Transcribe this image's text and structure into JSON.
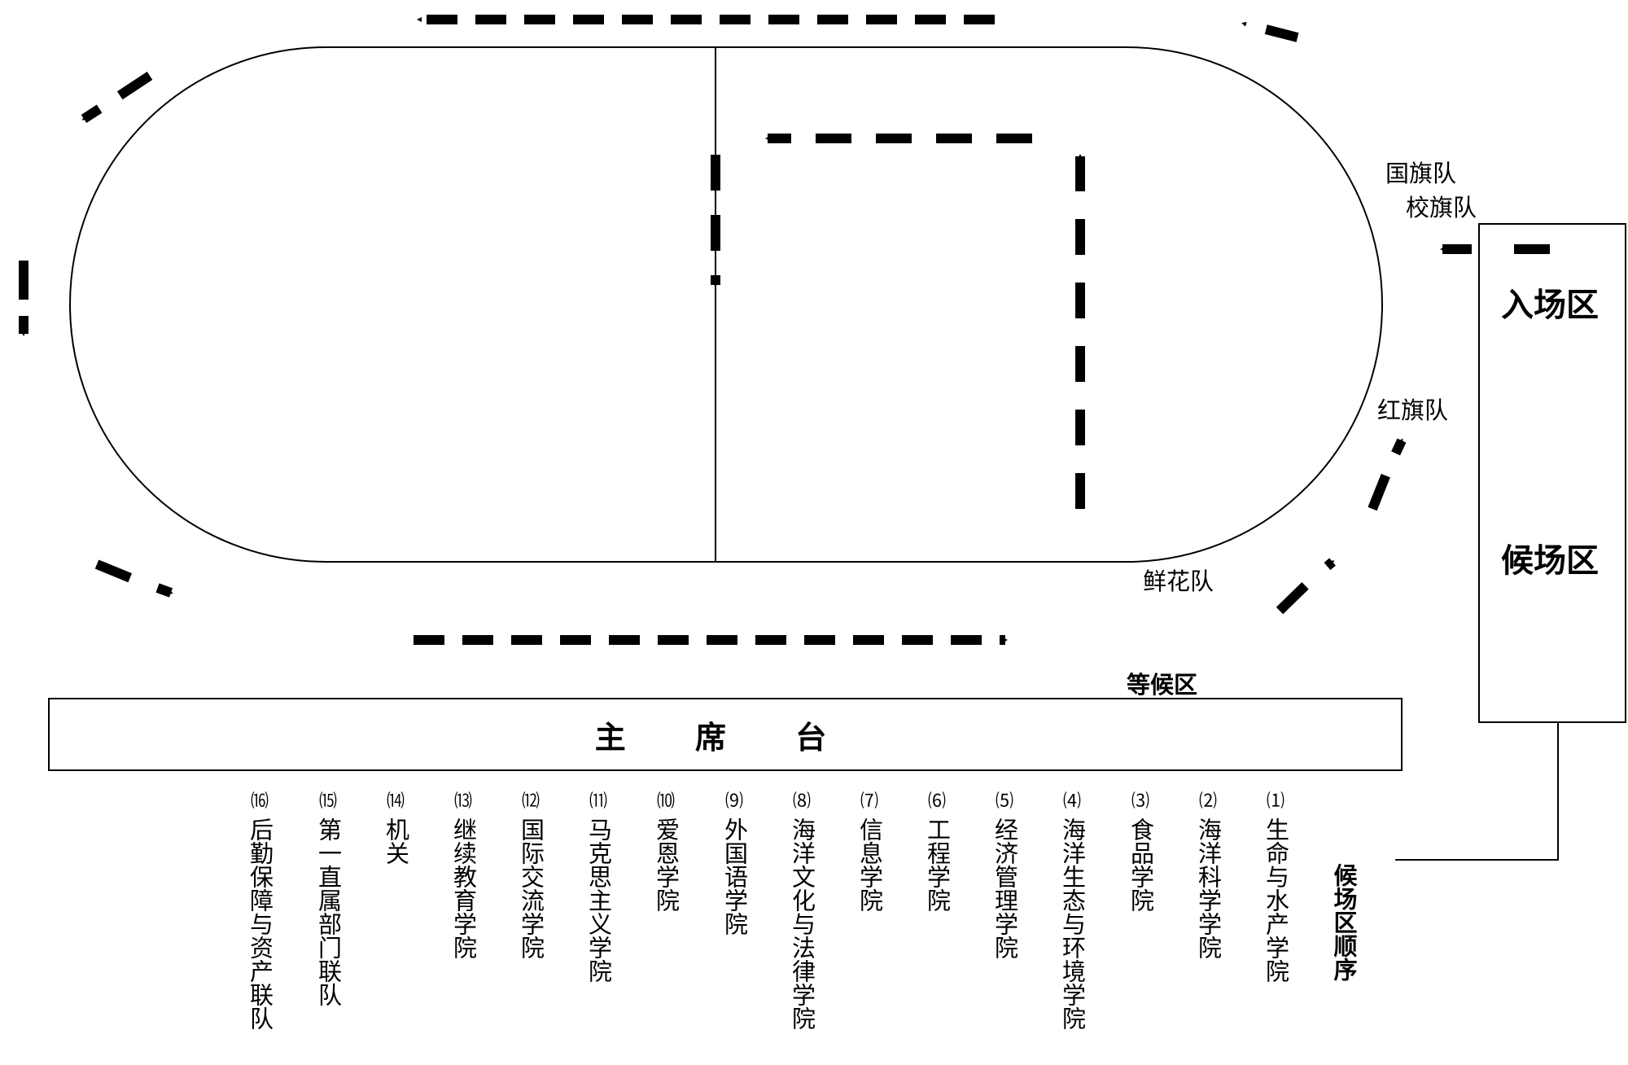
{
  "labels": {
    "national_flag_team": "国旗队",
    "school_flag_team": "校旗队",
    "red_flag_team": "红旗队",
    "flower_team": "鲜花队",
    "entry_zone": "入场区",
    "holding_zone": "候场区",
    "waiting_zone": "等候区",
    "rostrum": "主 席 台",
    "holding_order": "候场区顺序"
  },
  "colleges": [
    {
      "num": "⒃",
      "name": "后勤保障与资产联队"
    },
    {
      "num": "⒂",
      "name": "第一直属部门联队"
    },
    {
      "num": "⒁",
      "name": "机关"
    },
    {
      "num": "⒀",
      "name": "继续教育学院"
    },
    {
      "num": "⑿",
      "name": "国际交流学院"
    },
    {
      "num": "⑾",
      "name": "马克思主义学院"
    },
    {
      "num": "⑽",
      "name": "爱恩学院"
    },
    {
      "num": "⑼",
      "name": "外国语学院"
    },
    {
      "num": "⑻",
      "name": "海洋文化与法律学院"
    },
    {
      "num": "⑺",
      "name": "信息学院"
    },
    {
      "num": "⑹",
      "name": "工程学院"
    },
    {
      "num": "⑸",
      "name": "经济管理学院"
    },
    {
      "num": "⑷",
      "name": "海洋生态与环境学院"
    },
    {
      "num": "⑶",
      "name": "食品学院"
    },
    {
      "num": "⑵",
      "name": "海洋科学学院"
    },
    {
      "num": "⑴",
      "name": "生命与水产学院"
    }
  ],
  "colors": {
    "stroke": "#000000",
    "background": "#ffffff"
  }
}
